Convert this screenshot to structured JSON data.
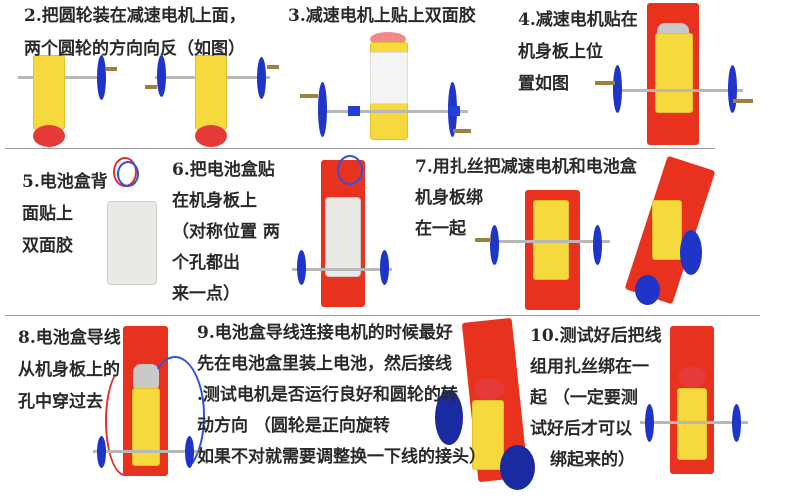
{
  "steps": [
    {
      "lines": [
        "2.把圆轮装在减速电机上面，",
        "两个圆轮的方向向反（如图）"
      ]
    },
    {
      "lines": [
        "3.减速电机上贴上双面胶"
      ]
    },
    {
      "lines": [
        "4.减速电机贴在",
        "机身板上位",
        "置如图"
      ]
    },
    {
      "lines": [
        "5.电池盒背",
        "面贴上",
        "双面胶"
      ]
    },
    {
      "lines": [
        "6.把电池盒贴",
        "在机身板上",
        "（对称位置 两",
        "个孔都出",
        "来一点）"
      ]
    },
    {
      "lines": [
        "7.用扎丝把减速电机和电池盒",
        "机身板绑",
        "在一起"
      ]
    },
    {
      "lines": [
        "8.电池盒导线",
        "从机身板上的",
        "孔中穿过去"
      ]
    },
    {
      "lines": [
        "9.电池盒导线连接电机的时候最好",
        "先在电池盒里装上电池，然后接线",
        ".测试电机是否运行良好和圆轮的转",
        "动方向 （圆轮是正向旋转",
        "如果不对就需要调整换一下线的接头）"
      ]
    },
    {
      "lines": [
        "10.测试好后把线",
        "组用扎丝绑在一",
        "起 （一定要测",
        "试好后才可以",
        "绑起来的）"
      ]
    }
  ],
  "colors": {
    "board": "#e8321e",
    "motor": "#f6d93c",
    "wheel": "#1e35c8"
  }
}
